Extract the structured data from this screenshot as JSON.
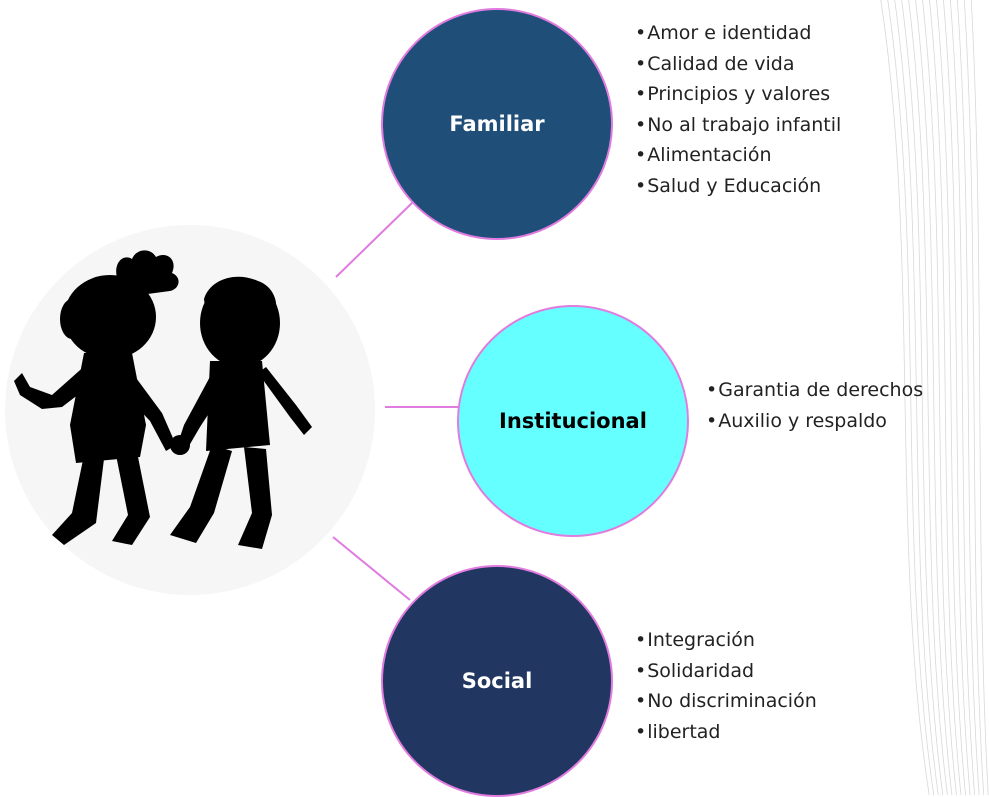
{
  "colors": {
    "familiar": "#1f4e79",
    "institucional": "#66ffff",
    "social": "#213660",
    "connector": "#e07be0",
    "figure": "#000000"
  },
  "image": {
    "subject": "silhouette-children-holding-hands"
  },
  "nodes": [
    {
      "label": "Familiar",
      "items": [
        "Amor e identidad",
        "Calidad de vida",
        "Principios y valores",
        "No al trabajo infantil",
        "Alimentación",
        "Salud y Educación"
      ]
    },
    {
      "label": "Institucional",
      "items": [
        "Garantia de derechos",
        "Auxilio y respaldo"
      ]
    },
    {
      "label": "Social",
      "items": [
        "Integración",
        "Solidaridad",
        "No discriminación",
        "libertad"
      ]
    }
  ]
}
